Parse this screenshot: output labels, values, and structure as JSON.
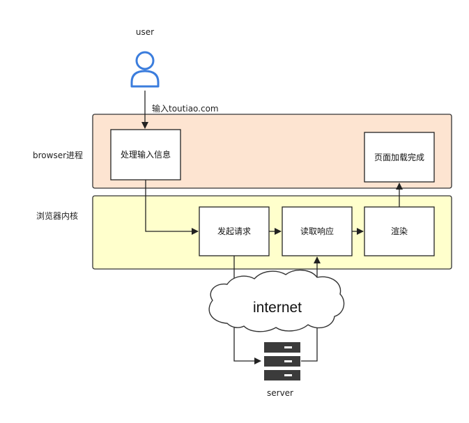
{
  "user": {
    "label": "user"
  },
  "input_url": {
    "label": "输入toutiao.com"
  },
  "browser_process": {
    "label": "browser进程",
    "fill": "#fde4d1",
    "nodes": {
      "handle_input": "处理输入信息",
      "page_loaded": "页面加载完成"
    }
  },
  "renderer": {
    "label": "浏览器内核",
    "fill": "#ffffcc",
    "nodes": {
      "send_request": "发起请求",
      "read_response": "读取响应",
      "render": "渲染"
    }
  },
  "network": {
    "label": "internet"
  },
  "server": {
    "label": "server"
  },
  "colors": {
    "user_icon": "#3b7ddd",
    "stroke": "#333333",
    "server_icon": "#3b3b3b"
  }
}
